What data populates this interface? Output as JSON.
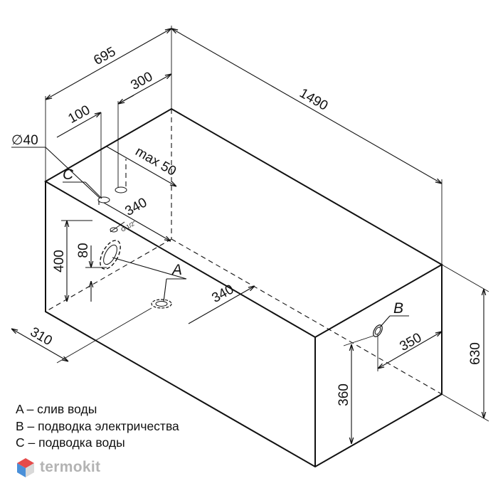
{
  "dimensions": {
    "length": "1490",
    "width": "695",
    "height": "630",
    "connection_offset_top": "300",
    "connection_spacing": "100",
    "pipe_diameter": "∅40",
    "max_offset": "max 50",
    "water_connection_offset": "340",
    "drain_offset": "340",
    "drain_side_offset": "310",
    "height_400": "400",
    "height_80": "80",
    "electric_offset": "350",
    "electric_height": "360",
    "thread_size": "G 1/2\""
  },
  "labels": {
    "drain": "A",
    "electric": "B",
    "water": "C"
  },
  "legend": [
    {
      "letter": "A",
      "text": "A – слив воды"
    },
    {
      "letter": "B",
      "text": "B – подводка электричества"
    },
    {
      "letter": "C",
      "text": "C – подводка воды"
    }
  ],
  "brand": {
    "name": "termokit",
    "colors": {
      "top": "#e54b4b",
      "left": "#4a90d9",
      "right": "#d9d9d9"
    }
  }
}
